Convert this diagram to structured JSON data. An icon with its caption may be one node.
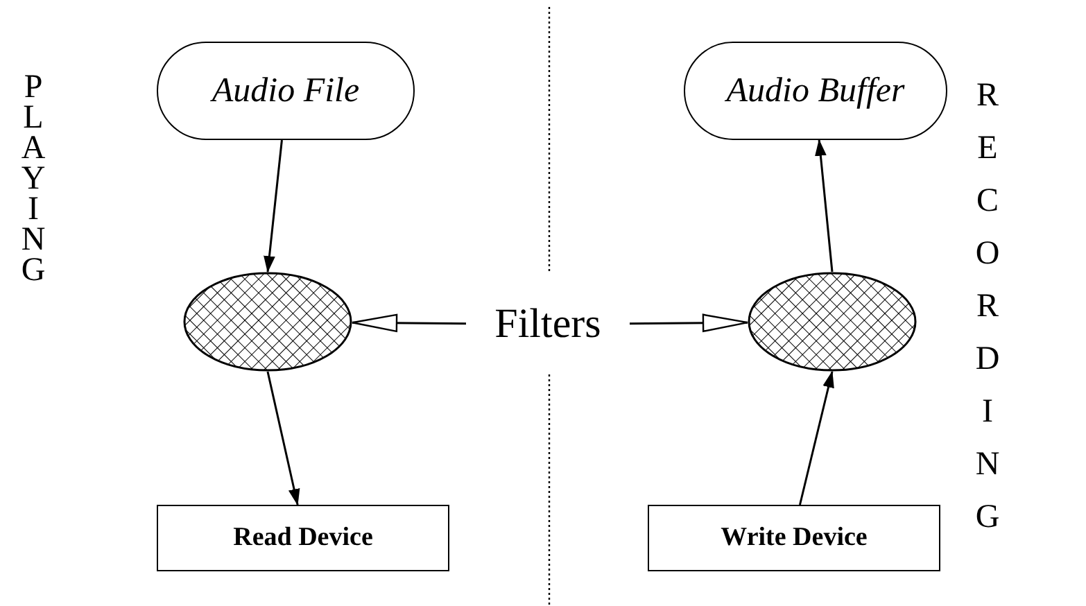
{
  "diagram": {
    "nodes": [
      {
        "text": [
          "Audio File"
        ]
      },
      {
        "text": [
          "Audio Buffer"
        ]
      },
      {
        "text": [],
        "shape": "ellipse"
      },
      {
        "text": [
          "Filters"
        ]
      },
      {
        "text": [],
        "shape": "ellipse"
      },
      {
        "text": [
          "Read Device"
        ]
      },
      {
        "text": [
          "Write Device"
        ]
      }
    ],
    "edges": [
      {
        "from": 0,
        "to": 2,
        "arrow": "to"
      },
      {
        "from": 2,
        "to": 5,
        "arrow": "to"
      },
      {
        "from": 3,
        "to": 2,
        "arrow": "to"
      },
      {
        "from": 3,
        "to": 4,
        "arrow": "to"
      },
      {
        "from": 6,
        "to": 4,
        "arrow": "to"
      },
      {
        "from": 4,
        "to": 1,
        "arrow": "to"
      }
    ],
    "labels": [
      "PLAYING",
      "RECORDING"
    ]
  }
}
